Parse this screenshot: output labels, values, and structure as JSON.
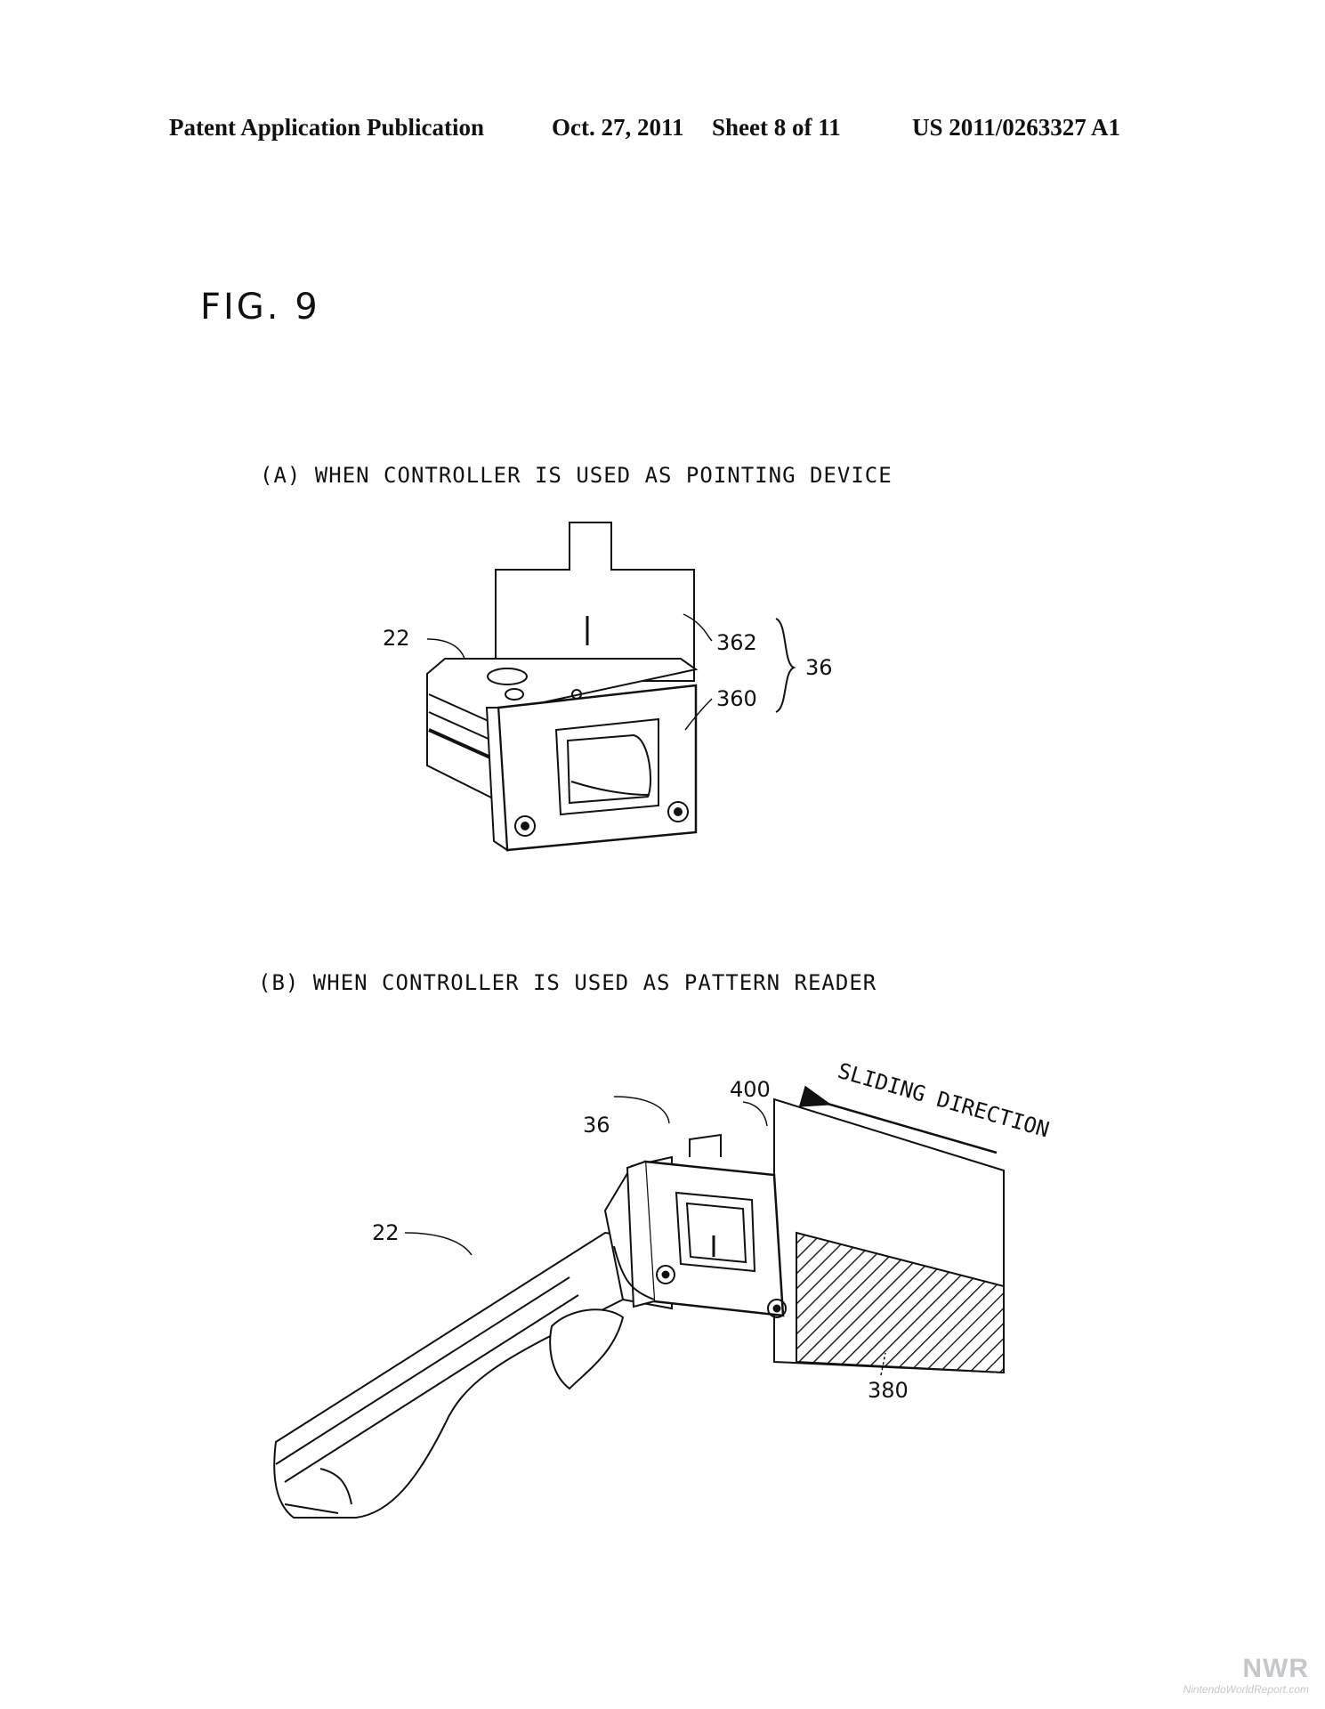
{
  "header": {
    "publication": "Patent Application Publication",
    "date": "Oct. 27, 2011",
    "sheet": "Sheet 8 of 11",
    "number": "US 2011/0263327 A1"
  },
  "figure": {
    "title": "FIG. 9"
  },
  "panel_a": {
    "caption": "(A)  WHEN CONTROLLER IS USED AS POINTING DEVICE",
    "labels": {
      "controller": "22",
      "cover": "362",
      "attachment": "36",
      "frame": "360"
    }
  },
  "panel_b": {
    "caption": "(B)  WHEN CONTROLLER IS USED AS PATTERN READER",
    "labels": {
      "card": "400",
      "attachment": "36",
      "controller": "22",
      "pattern": "380"
    },
    "arrow_text": "SLIDING DIRECTION"
  },
  "watermark": {
    "logo": "NWR",
    "site": "NintendoWorldReport.com"
  }
}
